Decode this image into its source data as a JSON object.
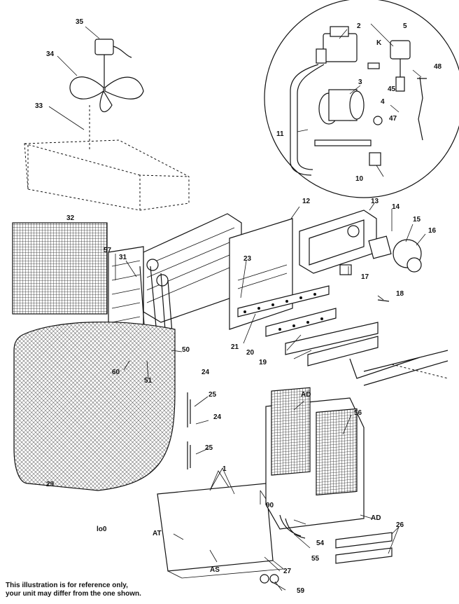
{
  "callouts": {
    "c35": "35",
    "c34": "34",
    "c33": "33",
    "c32": "32",
    "c31": "31",
    "c57": "57",
    "c60": "60",
    "c51": "51",
    "c50": "50",
    "c24a": "24",
    "c25a": "25",
    "c24b": "24",
    "c25b": "25",
    "c29": "29",
    "c1": "1",
    "cAT": "AT",
    "cAS": "AS",
    "c27": "27",
    "c59": "59",
    "c55": "55",
    "c54": "54",
    "c90": "90",
    "cADa": "AD",
    "c56": "56",
    "cADb": "AD",
    "c26": "26",
    "c19": "19",
    "c20": "20",
    "c21": "21",
    "c23": "23",
    "c12": "12",
    "c13": "13",
    "c14": "14",
    "c15": "15",
    "c16": "16",
    "c17": "17",
    "c18": "18",
    "c2": "2",
    "cK": "K",
    "c5": "5",
    "c48": "48",
    "c3": "3",
    "c45": "45",
    "c4": "4",
    "c47": "47",
    "c11": "11",
    "c10": "10"
  },
  "footnote": {
    "line1": "This illustration is for reference only,",
    "line2": "your unit may differ from the one shown."
  }
}
